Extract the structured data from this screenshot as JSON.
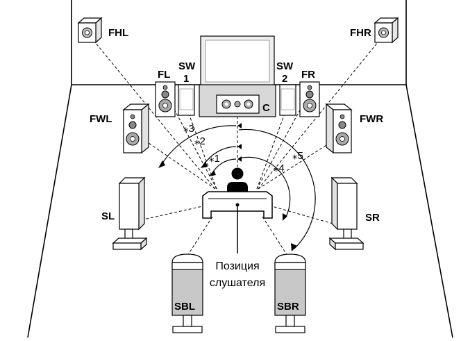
{
  "labels": {
    "fhl": "FHL",
    "fhr": "FHR",
    "fl": "FL",
    "fr": "FR",
    "sw1_top": "SW",
    "sw1_num": "1",
    "sw2_top": "SW",
    "sw2_num": "2",
    "c": "C",
    "fwl": "FWL",
    "fwr": "FWR",
    "sl": "SL",
    "sr": "SR",
    "sbl": "SBL",
    "sbr": "SBR"
  },
  "angles": {
    "a1": "⁎1",
    "a2": "⁎2",
    "a3": "⁎3",
    "a4": "⁎4",
    "a5": "⁎5"
  },
  "listener": {
    "line1": "Позиция",
    "line2": "слушателя"
  }
}
